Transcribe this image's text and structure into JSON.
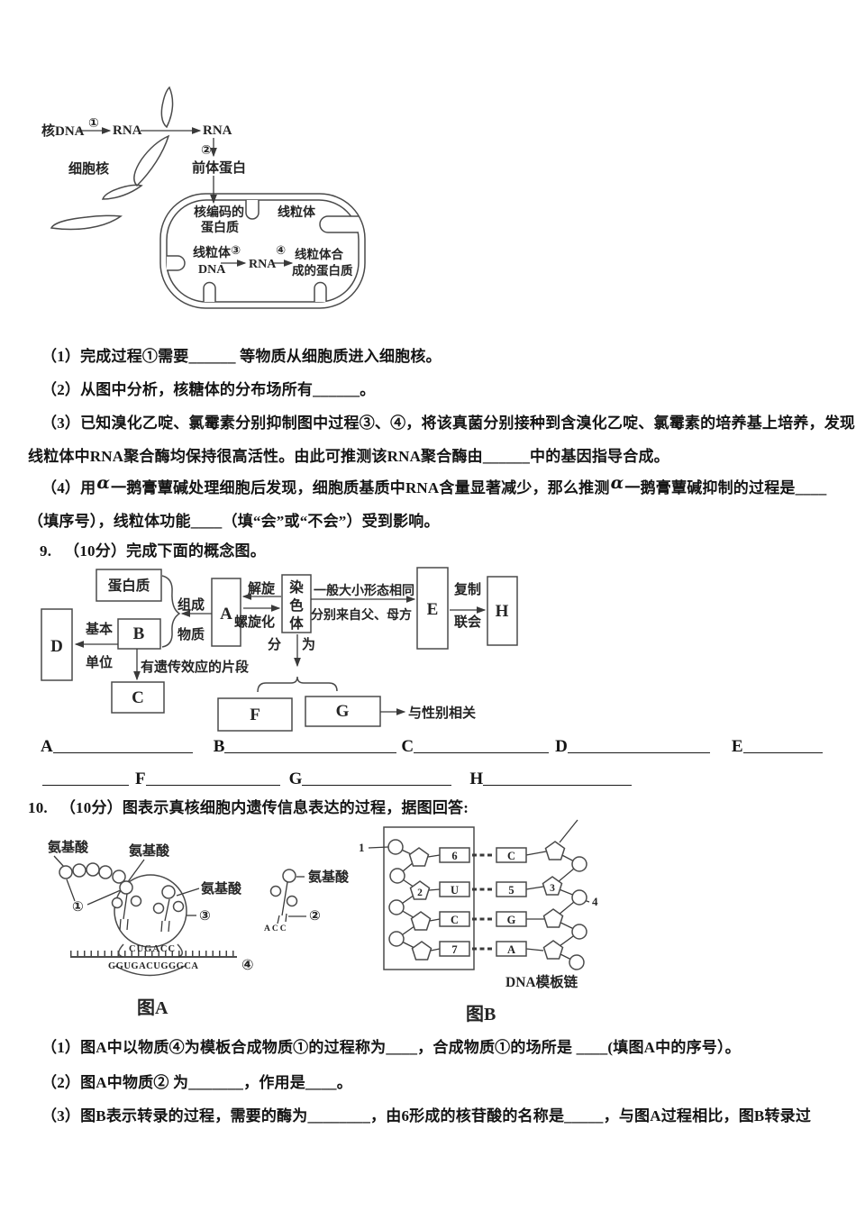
{
  "fig_mito": {
    "nuc_dna": "核DNA",
    "step1": "①",
    "rna": "RNA",
    "step2": "②",
    "precursor": "前体蛋白",
    "nucleus": "细胞核",
    "encoded1": "核编码的",
    "encoded2": "蛋白质",
    "mito": "线粒体",
    "mito_dna2": "DNA",
    "step3": "③",
    "step4": "④",
    "synth1": "线粒体合",
    "synth2": "成的蛋白质"
  },
  "q8": {
    "p1": "（1）完成过程①需要______ 等物质从细胞质进入细胞核。",
    "p2": "（2）从图中分析，核糖体的分布场所有______。",
    "p3a": "（3）已知溴化乙啶、氯霉素分别抑制图中过程③、④，将该真菌分别接种到含溴化乙啶、氯霉素的培养基上培养，发现",
    "p3b": "线粒体中RNA聚合酶均保持很高活性。由此可推测该RNA聚合酶由______中的基因指导合成。",
    "p4_pre": "（4）用",
    "alpha": "α",
    "p4_mid": "一鹅膏蕈碱处理细胞后发现，细胞质基质中RNA含量显著减少，那么推测",
    "p4_post": "一鹅膏蕈碱抑制的过程是____",
    "p4b": "（填序号），线粒体功能____（填“会”或“不会”）受到影响。"
  },
  "q9": {
    "num": "9.",
    "points": "（10分）",
    "title": "完成下面的概念图。",
    "map": {
      "protein": "蛋白质",
      "chromosome": "染色体",
      "A": "A",
      "B": "B",
      "C": "C",
      "D": "D",
      "E": "E",
      "F": "F",
      "G": "G",
      "H": "H",
      "compose1": "组成",
      "compose2": "物质",
      "unwind": "解旋",
      "coil": "螺旋化",
      "basic1": "基本",
      "basic2": "单位",
      "fragment": "有遗传效应的片段",
      "same_size": "一般大小形态相同",
      "parents": "分别来自父、母方",
      "replicate": "复制",
      "synapsis": "联会",
      "divide1": "分",
      "divide2": "为",
      "sex_related": "与性别相关"
    },
    "blanks": [
      "A",
      "B",
      "C",
      "D",
      "E",
      "F",
      "G",
      "H"
    ]
  },
  "q10": {
    "num": "10.",
    "points": "（10分）",
    "title": "图表示真核细胞内遗传信息表达的过程，据图回答:",
    "figA": {
      "amino": "氨基酸",
      "n1": "①",
      "n2": "②",
      "n3": "③",
      "n4": "④",
      "anticodon": "CUGACC",
      "mrna": "GGUGACUGGGCA",
      "acc": "ACC",
      "caption": "图A"
    },
    "figB": {
      "n1": "1",
      "n2": "2",
      "n3": "3",
      "n4": "4",
      "bl": [
        "6",
        "U",
        "C",
        "7"
      ],
      "br": [
        "C",
        "5",
        "G",
        "A"
      ],
      "template_label": "DNA模板链",
      "caption": "图B"
    },
    "s1": "（1）图A中以物质④为模板合成物质①的过程称为____，合成物质①的场所是 ____(填图A中的序号）。",
    "s2": "（2）图A中物质② 为_______，作用是____。",
    "s3": "（3）图B表示转录的过程，需要的酶为________，由6形成的核苷酸的名称是_____，与图A过程相比，图B转录过"
  }
}
